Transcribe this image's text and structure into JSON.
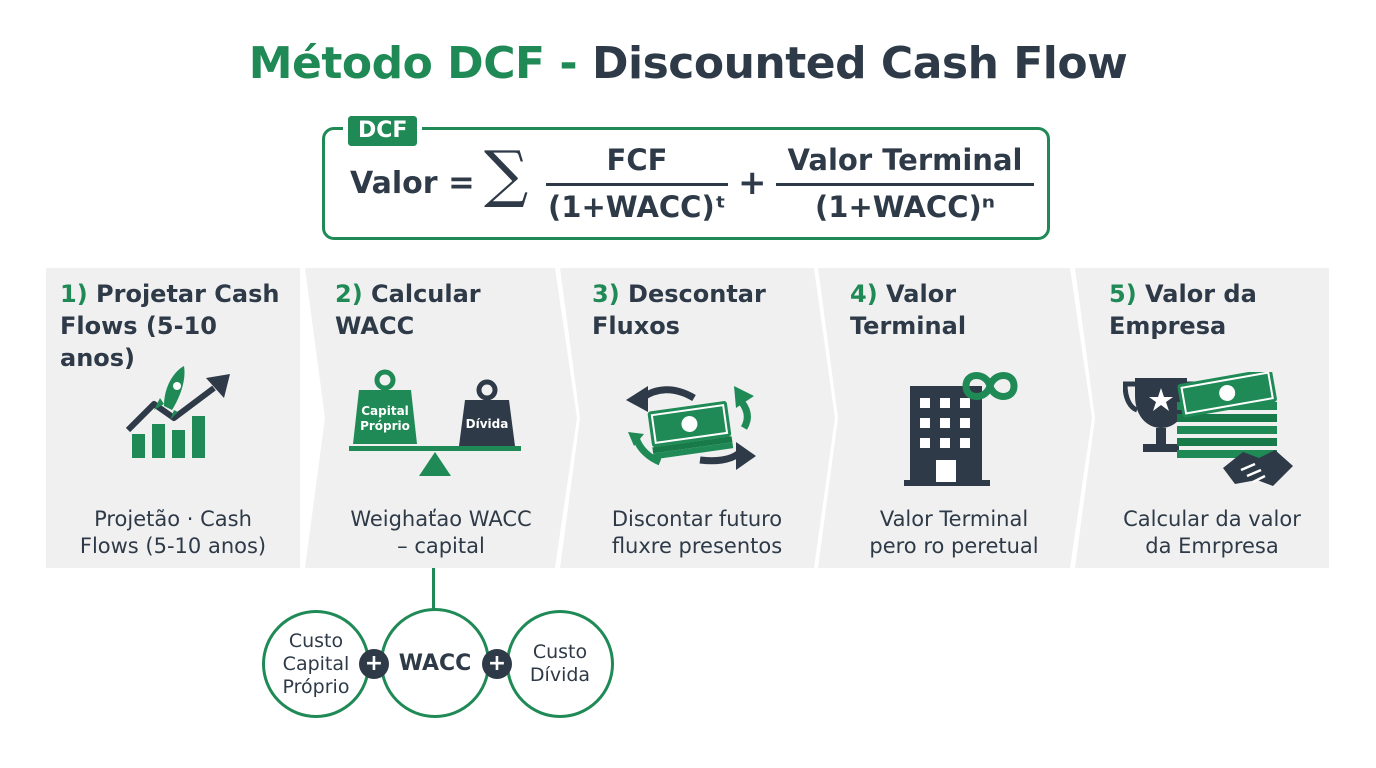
{
  "title": {
    "part1": "Método DCF",
    "sep": " - ",
    "part2": "Discounted Cash Flow"
  },
  "formula": {
    "tag": "DCF",
    "lhs": "Valor",
    "equals": "=",
    "sigma": "∑",
    "frac1_num": "FCF",
    "frac1_den": "(1+WACC)ᵗ",
    "plus": "+",
    "frac2_num": "Valor Terminal",
    "frac2_den": "(1+WACC)ⁿ"
  },
  "steps": [
    {
      "num": "1)",
      "title_a": " Projetar Cash",
      "title_b": "Flows (5-10 anos)",
      "desc_a": "Projetão · Cash",
      "desc_b": "Flows (5-10 anos)",
      "icon": "rocket-growth-chart-icon"
    },
    {
      "num": "2)",
      "title_a": " Calcular",
      "title_b": "WACC",
      "desc_a": "Weighaťao WACC",
      "desc_b": "– capital",
      "icon": "balance-scale-icon",
      "weight_left": "Capital Próprio",
      "weight_right": "Dívida"
    },
    {
      "num": "3)",
      "title_a": " Descontar",
      "title_b": "Fluxos",
      "desc_a": "Discontar futuro",
      "desc_b": "fluxre presentos",
      "icon": "money-cycle-arrows-icon"
    },
    {
      "num": "4)",
      "title_a": " Valor",
      "title_b": "Terminal",
      "desc_a": "Valor Terminal",
      "desc_b": "pero ro peretual",
      "icon": "building-infinity-icon"
    },
    {
      "num": "5)",
      "title_a": " Valor da",
      "title_b": "Empresa",
      "desc_a": "Calcular da valor",
      "desc_b": "da Emrpresa",
      "icon": "trophy-money-handshake-icon"
    }
  ],
  "wacc_breakdown": {
    "left_a": "Custo",
    "left_b": "Capital",
    "left_c": "Próprio",
    "center": "WACC",
    "right_a": "Custo",
    "right_b": "Dívida",
    "plus": "+"
  },
  "colors": {
    "green": "#1f8a55",
    "dark": "#2e3a48",
    "panel": "#f0f0f0"
  }
}
